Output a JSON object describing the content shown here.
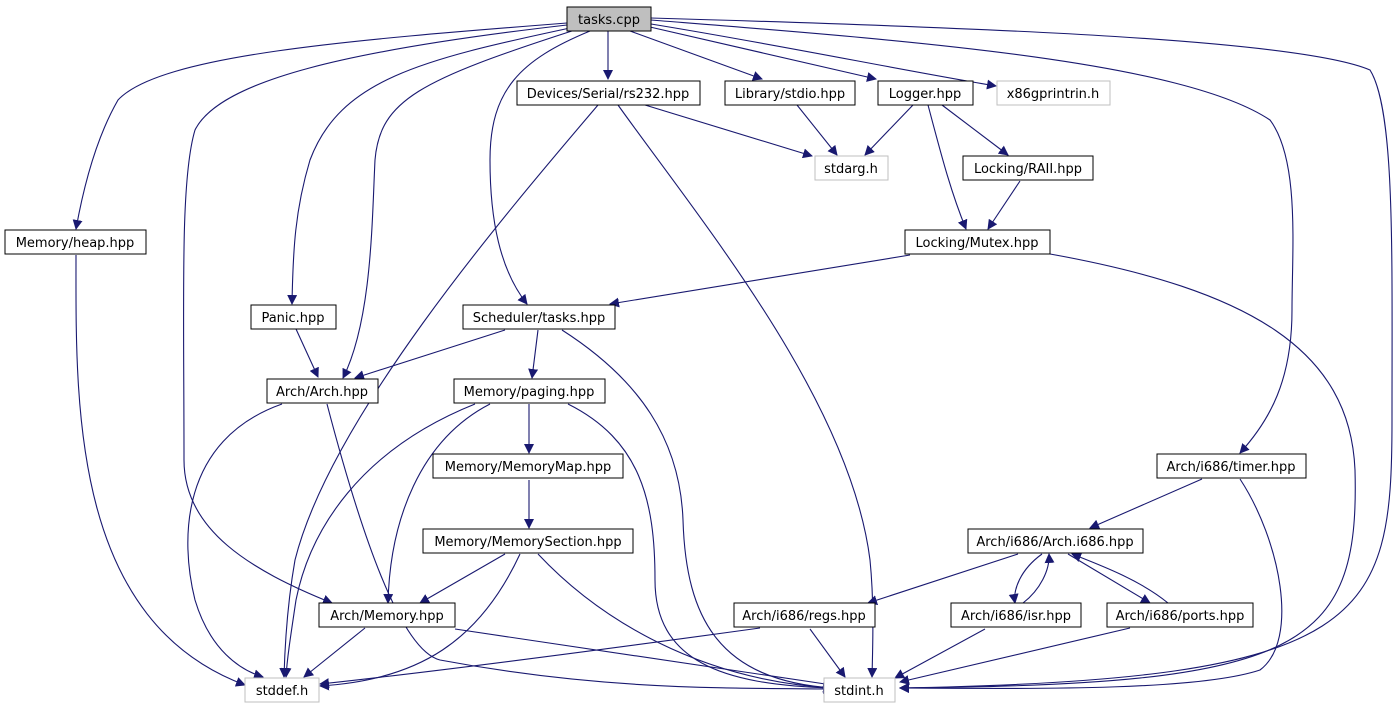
{
  "colors": {
    "edge": "#191970",
    "root_fill": "#bfbfbf",
    "node_stroke": "#000000",
    "external_stroke": "#bfbfbf",
    "background": "#ffffff"
  },
  "nodes": {
    "tasks_cpp": "tasks.cpp",
    "devices_serial_rs232": "Devices/Serial/rs232.hpp",
    "library_stdio": "Library/stdio.hpp",
    "logger": "Logger.hpp",
    "x86gprintrin": "x86gprintrin.h",
    "stdarg": "stdarg.h",
    "locking_raii": "Locking/RAII.hpp",
    "memory_heap": "Memory/heap.hpp",
    "locking_mutex": "Locking/Mutex.hpp",
    "panic": "Panic.hpp",
    "scheduler_tasks": "Scheduler/tasks.hpp",
    "arch_arch": "Arch/Arch.hpp",
    "memory_paging": "Memory/paging.hpp",
    "memory_memorymap": "Memory/MemoryMap.hpp",
    "arch_i686_timer": "Arch/i686/timer.hpp",
    "memory_memorysection": "Memory/MemorySection.hpp",
    "arch_i686_arch": "Arch/i686/Arch.i686.hpp",
    "arch_memory": "Arch/Memory.hpp",
    "arch_i686_regs": "Arch/i686/regs.hpp",
    "arch_i686_isr": "Arch/i686/isr.hpp",
    "arch_i686_ports": "Arch/i686/ports.hpp",
    "stddef": "stddef.h",
    "stdint": "stdint.h"
  }
}
